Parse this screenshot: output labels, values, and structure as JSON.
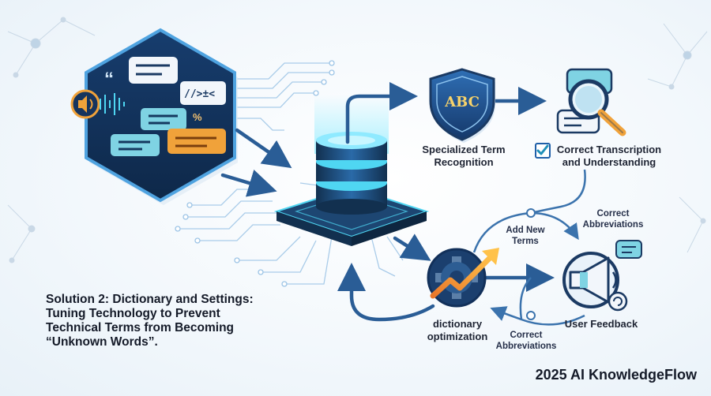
{
  "nodes": {
    "term_recognition": {
      "line1": "Specialized Term",
      "line2": "Recognition",
      "badge_text": "ABC"
    },
    "correct_transcription": {
      "line1": "Correct Transcription",
      "line2": "and Understanding"
    },
    "dictionary_optimization": {
      "line1": "dictionary",
      "line2": "optimization"
    },
    "user_feedback": {
      "label": "User Feedback"
    }
  },
  "edge_labels": {
    "add_new_terms": {
      "line1": "Add New",
      "line2": "Terms"
    },
    "correct_abbreviations_top": {
      "line1": "Correct",
      "line2": "Abbreviations"
    },
    "correct_abbreviations_bottom": {
      "line1": "Correct",
      "line2": "Abbreviations"
    }
  },
  "input_panel": {
    "symbols_text": "//>±<",
    "quote_mark": "“",
    "percent_mark": "%"
  },
  "caption": {
    "line1": "Solution 2: Dictionary and Settings:",
    "line2": "Tuning Technology to Prevent",
    "line3": "Technical Terms from Becoming",
    "line4": "“Unknown Words”."
  },
  "brand": "2025 AI KnowledgeFlow",
  "colors": {
    "navy": "#12305a",
    "arrow_blue": "#2a5d96",
    "cyan_glow": "#4fd6f2",
    "orange": "#f0a23a",
    "teal_bubble": "#7fd3e3"
  },
  "icons": [
    "sound-icon",
    "database-icon",
    "shield-icon",
    "magnifier-icon",
    "gear-icon",
    "trend-arrow-icon",
    "megaphone-icon",
    "checkbox-icon",
    "chat-bubble-icon"
  ]
}
